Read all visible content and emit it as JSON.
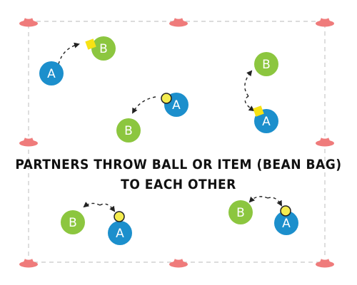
{
  "diagram": {
    "caption_lines": [
      "PARTNERS THROW BALL OR ITEM (BEAN BAG)",
      "TO EACH OTHER"
    ],
    "colors": {
      "player_a": "#1c8fcc",
      "player_b": "#8cc63f",
      "ball": "#f4ec4f",
      "bean_bag": "#f7e214",
      "cone": "#ef7b7b",
      "boundary": "#c8c8c8",
      "arrow": "#222222"
    },
    "players": [
      {
        "id": "p1",
        "label": "A",
        "team": "A"
      },
      {
        "id": "p2",
        "label": "B",
        "team": "B"
      },
      {
        "id": "p3",
        "label": "A",
        "team": "A"
      },
      {
        "id": "p4",
        "label": "B",
        "team": "B"
      },
      {
        "id": "p5",
        "label": "B",
        "team": "B"
      },
      {
        "id": "p6",
        "label": "A",
        "team": "A"
      },
      {
        "id": "p7",
        "label": "B",
        "team": "B"
      },
      {
        "id": "p8",
        "label": "A",
        "team": "A"
      },
      {
        "id": "p9",
        "label": "B",
        "team": "B"
      },
      {
        "id": "p10",
        "label": "A",
        "team": "A"
      }
    ],
    "equipment": {
      "cones": 8,
      "items": [
        "bean bag",
        "ball",
        "bean bag",
        "ball",
        "ball"
      ]
    },
    "throw_pairs": 5
  }
}
